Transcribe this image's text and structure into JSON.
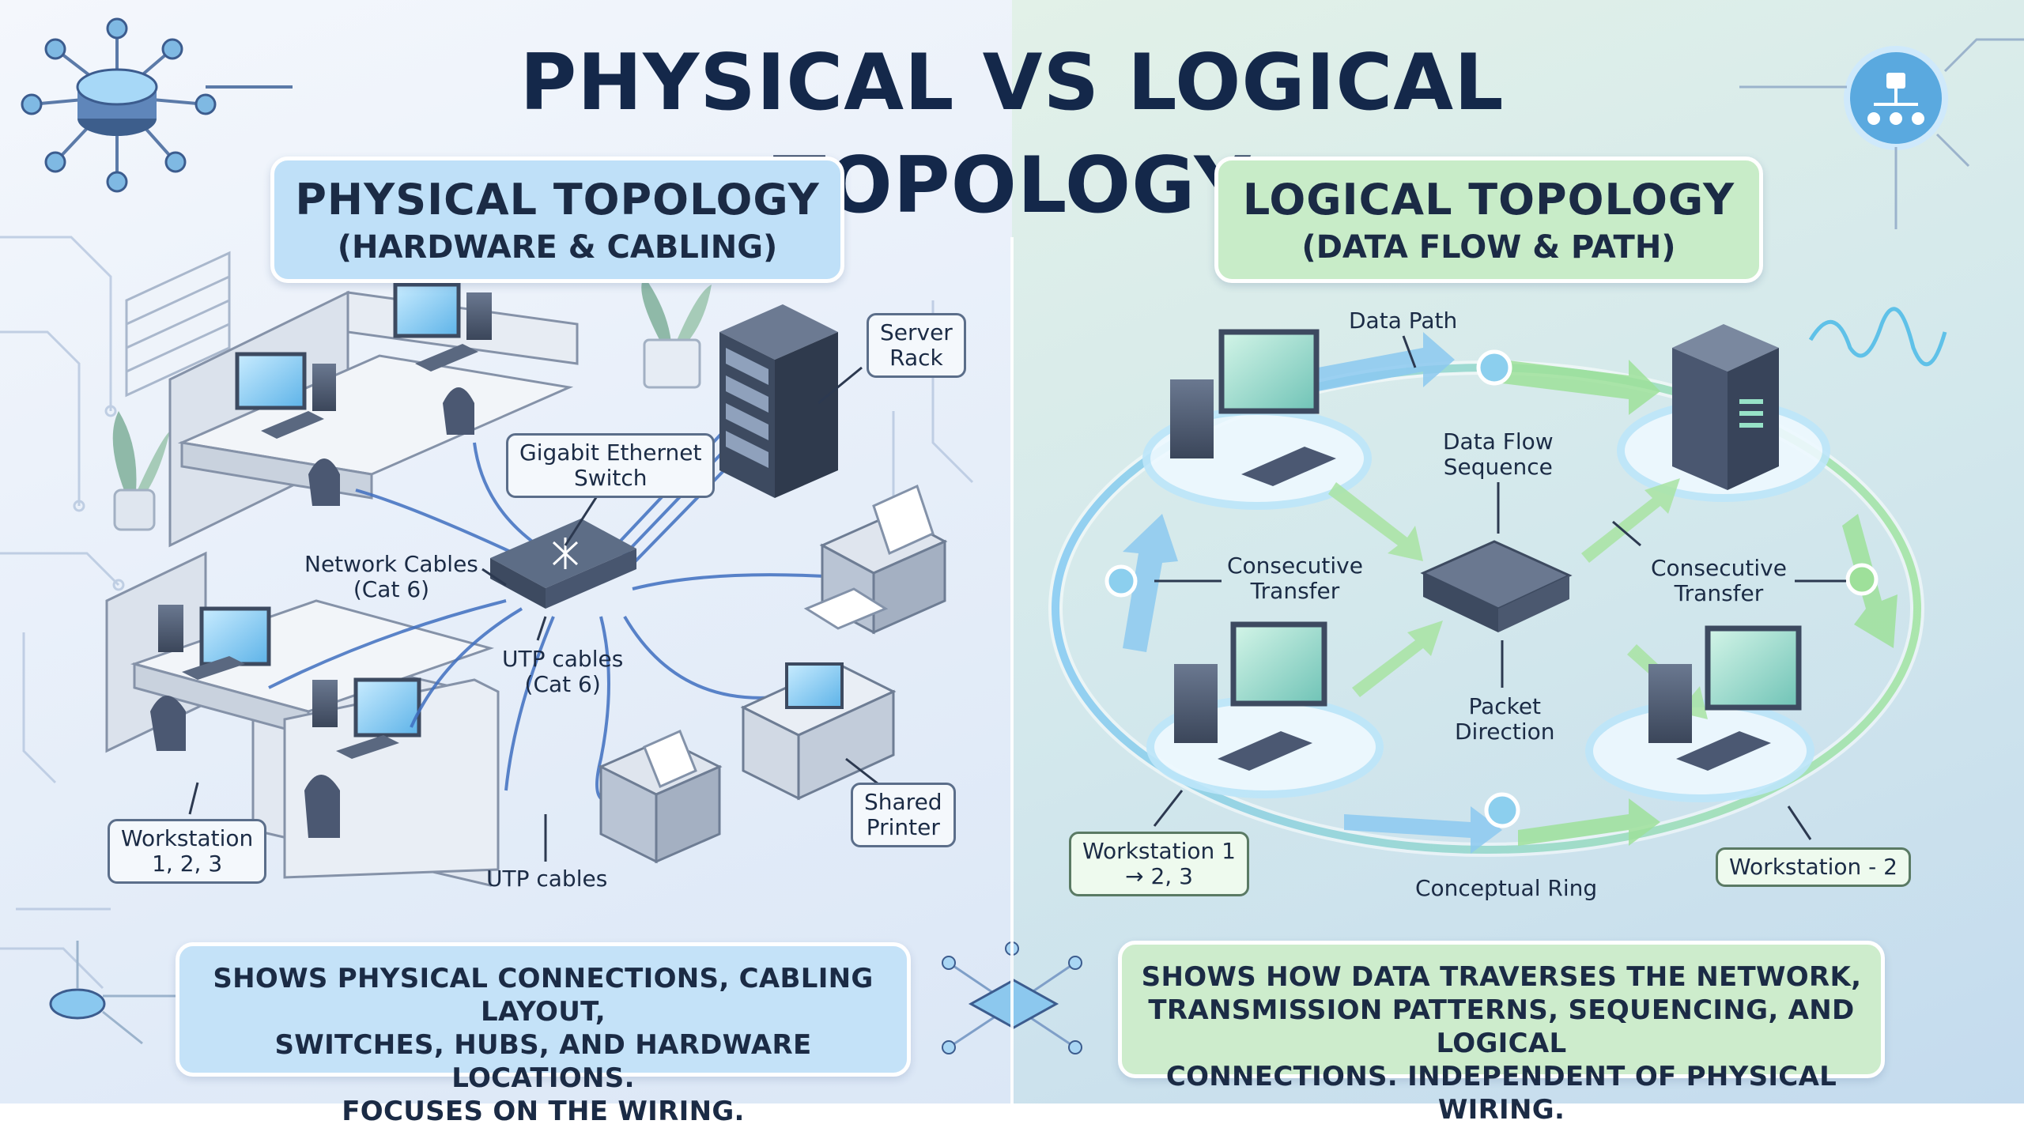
{
  "title": "PHYSICAL VS LOGICAL TOPOLOGY",
  "physical": {
    "heading": "PHYSICAL TOPOLOGY",
    "subheading": "(HARDWARE & CABLING)",
    "labels": {
      "server_rack": [
        "Server",
        "Rack"
      ],
      "switch": [
        "Gigabit Ethernet",
        "Switch"
      ],
      "network_cables": [
        "Network Cables",
        "(Cat 6)"
      ],
      "utp_cat6": [
        "UTP cables",
        "(Cat 6)"
      ],
      "workstation": [
        "Workstation",
        "1, 2, 3"
      ],
      "utp": "UTP cables",
      "shared_printer": [
        "Shared",
        "Printer"
      ]
    },
    "footer": [
      "SHOWS PHYSICAL CONNECTIONS, CABLING LAYOUT,",
      "SWITCHES, HUBS, AND HARDWARE LOCATIONS.",
      "FOCUSES ON THE WIRING."
    ]
  },
  "logical": {
    "heading": "LOGICAL TOPOLOGY",
    "subheading": "(DATA FLOW & PATH)",
    "labels": {
      "data_path": "Data Path",
      "data_flow": [
        "Data Flow",
        "Sequence"
      ],
      "consecutive_left": [
        "Consecutive",
        "Transfer"
      ],
      "consecutive_right": [
        "Consecutive",
        "Transfer"
      ],
      "packet_direction": [
        "Packet",
        "Direction"
      ],
      "workstation1": [
        "Workstation 1",
        "→ 2, 3"
      ],
      "workstation2": "Workstation - 2",
      "conceptual_ring": "Conceptual Ring"
    },
    "footer": [
      "SHOWS HOW DATA TRAVERSES THE NETWORK,",
      "TRANSMISSION PATTERNS, SEQUENCING, AND LOGICAL",
      "CONNECTIONS. INDEPENDENT OF PHYSICAL WIRING."
    ]
  },
  "colors": {
    "title": "#14284a",
    "physical_accent": "#bfe0f8",
    "logical_accent": "#c8ecc8",
    "cable": "#3f6fc0",
    "flow_green": "#8fdc8a",
    "flow_blue": "#8cc9f0"
  }
}
